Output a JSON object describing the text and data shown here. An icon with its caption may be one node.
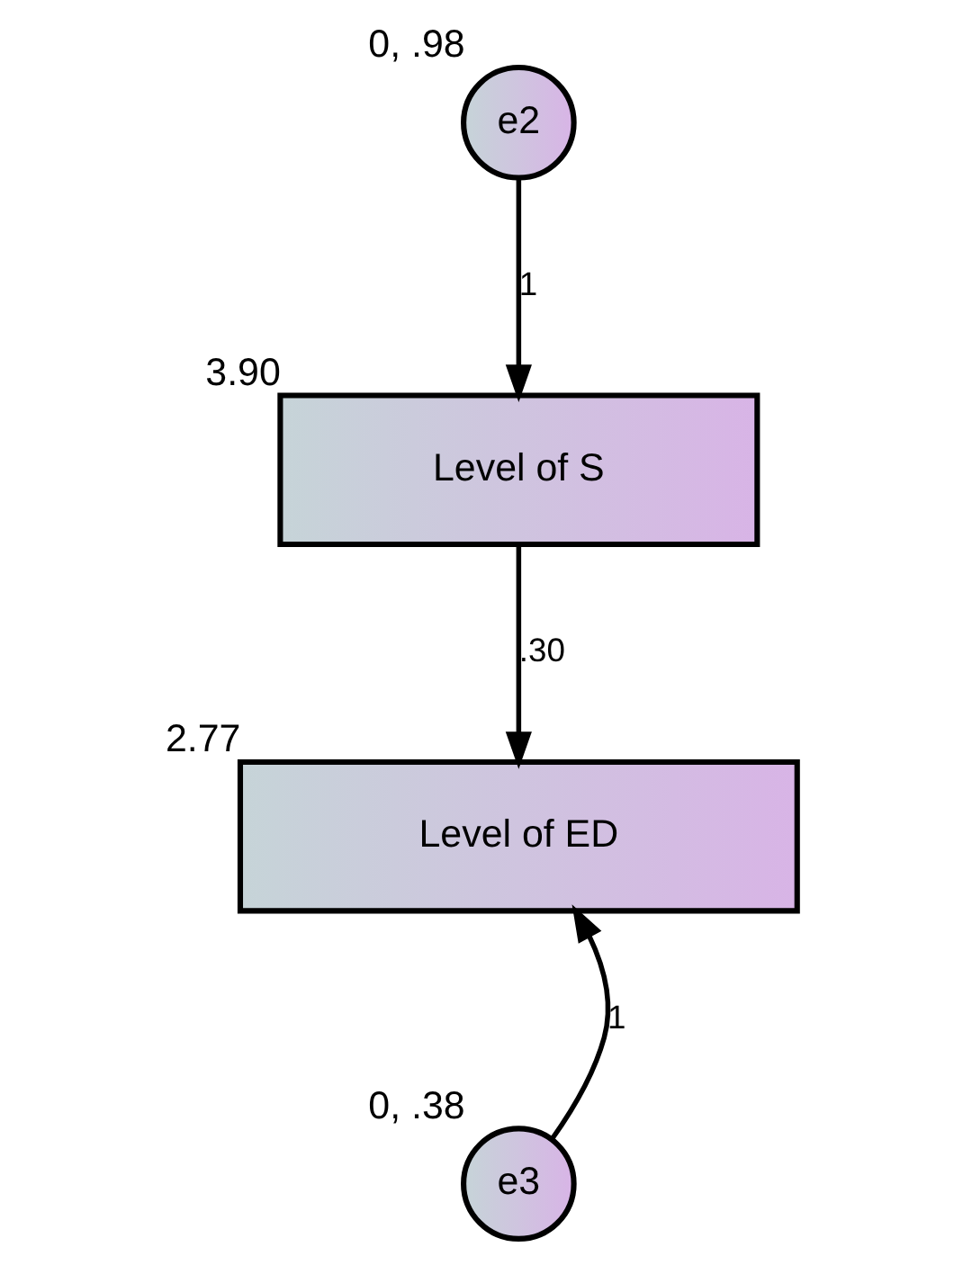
{
  "diagram": {
    "nodes": [
      {
        "text": [
          "e2"
        ],
        "beside": [
          "0, .98"
        ]
      },
      {
        "text": [
          "Level of S"
        ],
        "beside": [
          "3.90"
        ]
      },
      {
        "text": [
          "Level of ED"
        ],
        "beside": [
          "2.77"
        ]
      },
      {
        "text": [
          "e3"
        ],
        "beside": [
          "0, .38"
        ]
      }
    ],
    "edges": [
      {
        "from": 0,
        "to": 1,
        "arrow": "to",
        "label": "1"
      },
      {
        "from": 1,
        "to": 2,
        "arrow": "to",
        "label": ".30"
      },
      {
        "from": 3,
        "to": 2,
        "arrow": "to",
        "label": "1"
      }
    ]
  }
}
